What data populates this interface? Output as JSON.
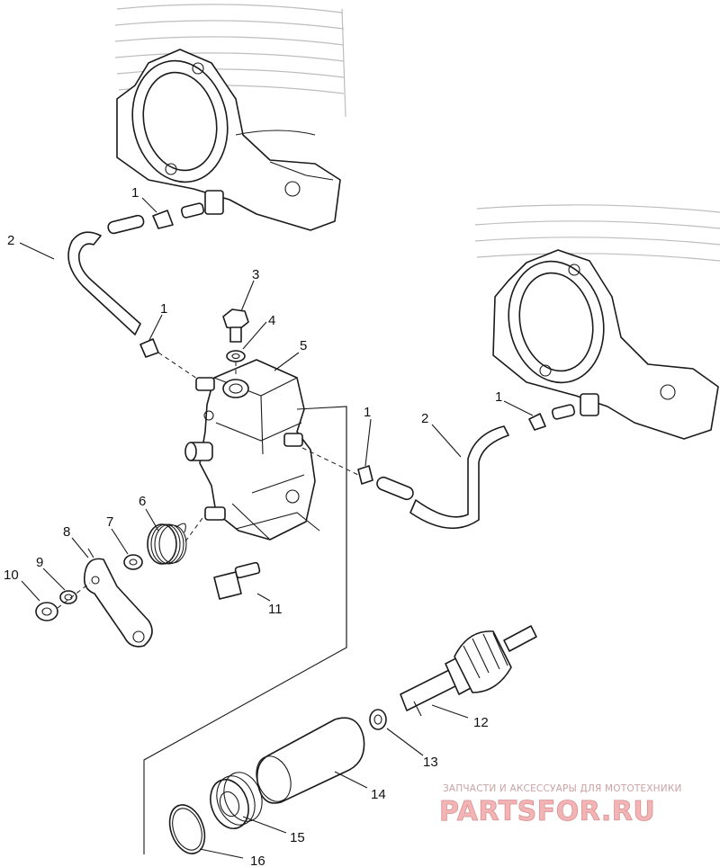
{
  "callouts": [
    {
      "id": "c1a",
      "label": "1"
    },
    {
      "id": "c2a",
      "label": "2"
    },
    {
      "id": "c3",
      "label": "3"
    },
    {
      "id": "c4",
      "label": "4"
    },
    {
      "id": "c1b",
      "label": "1"
    },
    {
      "id": "c5",
      "label": "5"
    },
    {
      "id": "c1c",
      "label": "1"
    },
    {
      "id": "c1d",
      "label": "1"
    },
    {
      "id": "c2b",
      "label": "2"
    },
    {
      "id": "c6",
      "label": "6"
    },
    {
      "id": "c7",
      "label": "7"
    },
    {
      "id": "c8",
      "label": "8"
    },
    {
      "id": "c9",
      "label": "9"
    },
    {
      "id": "c10",
      "label": "10"
    },
    {
      "id": "c11",
      "label": "11"
    },
    {
      "id": "c12",
      "label": "12"
    },
    {
      "id": "c13",
      "label": "13"
    },
    {
      "id": "c14",
      "label": "14"
    },
    {
      "id": "c15",
      "label": "15"
    },
    {
      "id": "c16",
      "label": "16"
    }
  ],
  "watermark": {
    "tagline": "ЗАПЧАСТИ И АКСЕССУАРЫ ДЛЯ МОТОТЕХНИКИ",
    "brand": "PARTSFOR.RU",
    "color": "#e48a8a"
  }
}
